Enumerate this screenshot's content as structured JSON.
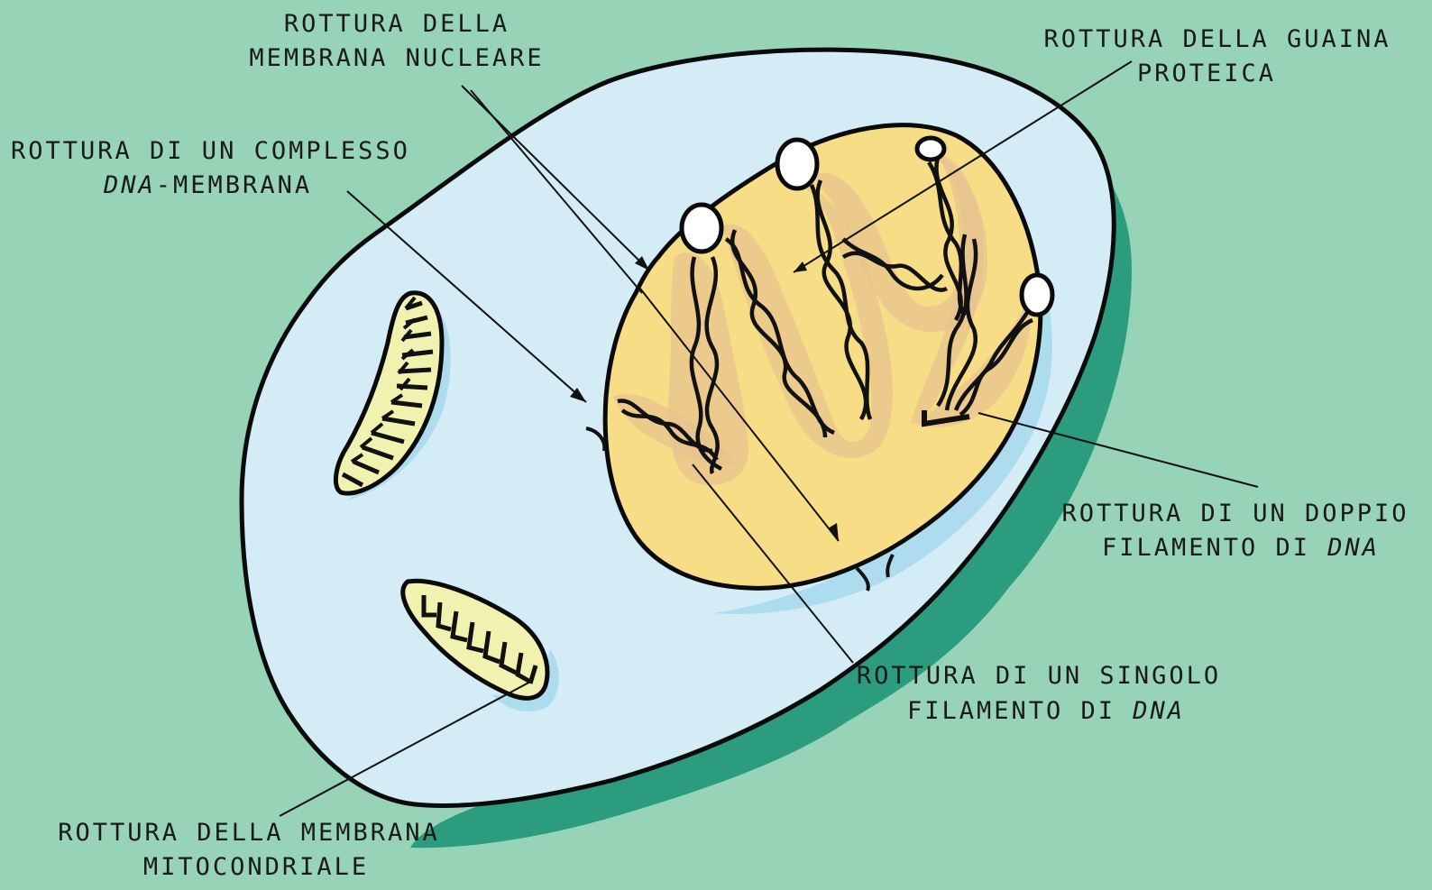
{
  "background_color": "#96d3b7",
  "cell_color": "#d4ecf5",
  "shadow_color": "#2c9c7e",
  "nucleus_color": "#f6dd86",
  "mito_color": "#f2f2b0",
  "labels": {
    "nuclear_membrane": {
      "line1": "ROTTURA DELLA",
      "line2": "MEMBRANA NUCLEARE"
    },
    "protein_sheath": {
      "line1": "ROTTURA DELLA GUAINA",
      "line2": "PROTEICA"
    },
    "dna_membrane_complex": {
      "line1": "ROTTURA DI UN COMPLESSO",
      "line2_italic": "DNA",
      "line2_rest": "-MEMBRANA"
    },
    "double_strand": {
      "line1": "ROTTURA DI UN DOPPIO",
      "line2_prefix": "FILAMENTO DI ",
      "line2_italic": "DNA"
    },
    "single_strand": {
      "line1": "ROTTURA DI UN SINGOLO",
      "line2_prefix": "FILAMENTO DI ",
      "line2_italic": "DNA"
    },
    "mito_membrane": {
      "line1": "ROTTURA DELLA MEMBRANA",
      "line2": "MITOCONDRIALE"
    }
  }
}
